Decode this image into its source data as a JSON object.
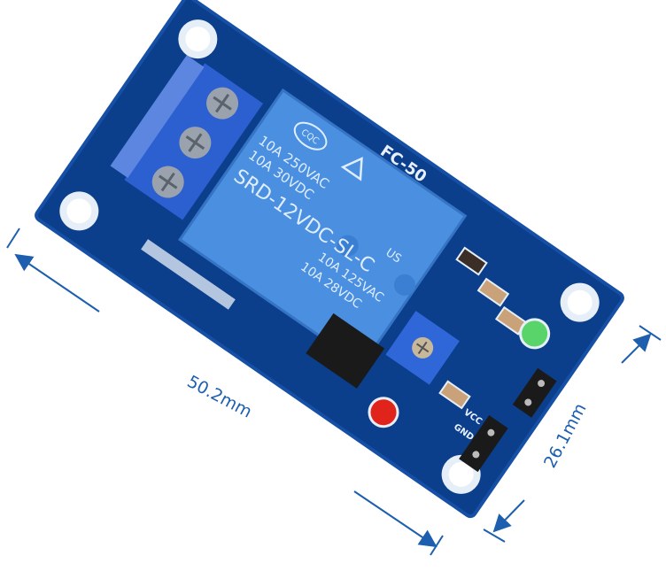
{
  "product": {
    "board_label": "FC-50",
    "relay": {
      "cert_logo": "CQC",
      "rating_1": "10A 250VAC",
      "rating_2": "10A  30VDC",
      "model": "SRD-12VDC-SL-C",
      "ul_suffix": "US",
      "rating_3": "10A 125VAC",
      "rating_4": "10A 28VDC"
    },
    "pin_labels": [
      "VCC",
      "GND"
    ]
  },
  "dimensions": {
    "length": "50.2mm",
    "width": "26.1mm"
  },
  "colors": {
    "pcb": "#0b3f8c",
    "relay": "#4a8fe0",
    "terminal": "#2c5fd0",
    "dimension": "#1d5fae",
    "led_green": "#58d46a",
    "led_red": "#e0241c"
  }
}
